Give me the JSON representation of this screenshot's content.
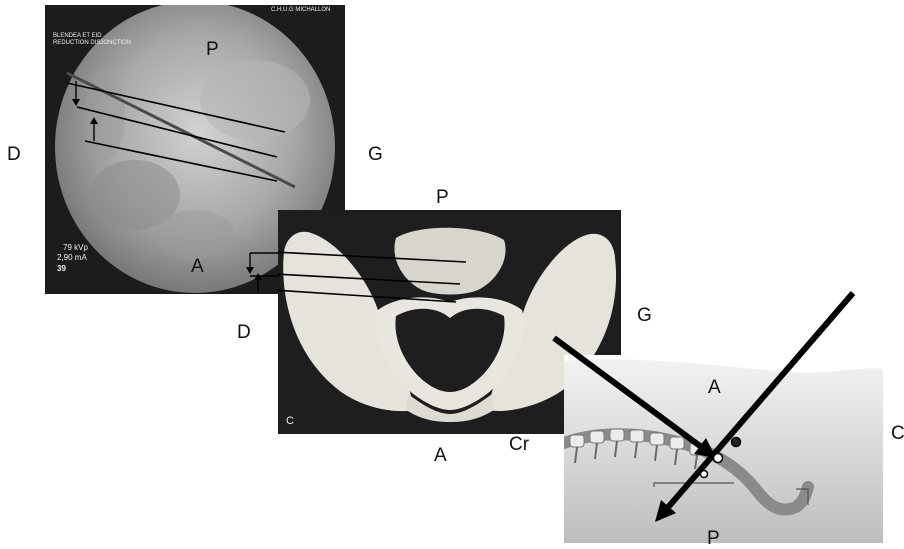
{
  "xray": {
    "header_left_line1": "BLENDEA  ET EID",
    "header_left_line2": "REDUCTION DISJONCTION",
    "header_right": "C.H.U.G MICHALLON",
    "readout_kv": "79   kVp",
    "readout_ma": "2,90   mA",
    "readout_num": "39"
  },
  "pelvis": {
    "corner_letter": "C"
  },
  "orientation_labels": {
    "xray_top": "P",
    "xray_left": "D",
    "xray_right": "G",
    "xray_bottom": "A",
    "pelvis_top": "P",
    "pelvis_left": "D",
    "pelvis_right": "G",
    "pelvis_bottom": "A",
    "pelvis_cr": "Cr",
    "spine_top": "A",
    "spine_bottom": "P",
    "spine_right": "C"
  },
  "colors": {
    "xray_fluoro_bright": "#d4d4d4",
    "xray_fluoro_dark": "#6a6a6a",
    "pelvis_bone": "#e6e3dc",
    "spine_body": "#dcdcdc",
    "annotation": "#000000"
  }
}
